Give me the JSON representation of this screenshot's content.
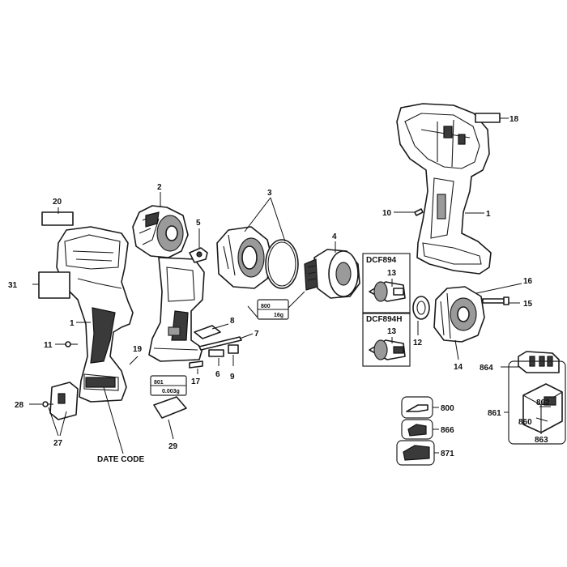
{
  "callouts": {
    "c1a": "1",
    "c1b": "1",
    "c2": "2",
    "c3": "3",
    "c4": "4",
    "c5": "5",
    "c6": "6",
    "c7": "7",
    "c8": "8",
    "c9": "9",
    "c10": "10",
    "c11": "11",
    "c12": "12",
    "c13a": "13",
    "c13b": "13",
    "c14": "14",
    "c15": "15",
    "c16": "16",
    "c17": "17",
    "c18": "18",
    "c19": "19",
    "c20": "20",
    "c27": "27",
    "c28": "28",
    "c29": "29",
    "c31": "31",
    "c800": "800",
    "c860": "860",
    "c861": "861",
    "c862": "862",
    "c863": "863",
    "c864": "864",
    "c866": "866",
    "c871": "871"
  },
  "labels": {
    "date_code": "DATE CODE",
    "model_a": "DCF894",
    "model_b": "DCF894H",
    "grease_a_code": "800",
    "grease_a_qty": "16g",
    "grease_b_code": "801",
    "grease_b_qty": "0.003g"
  }
}
